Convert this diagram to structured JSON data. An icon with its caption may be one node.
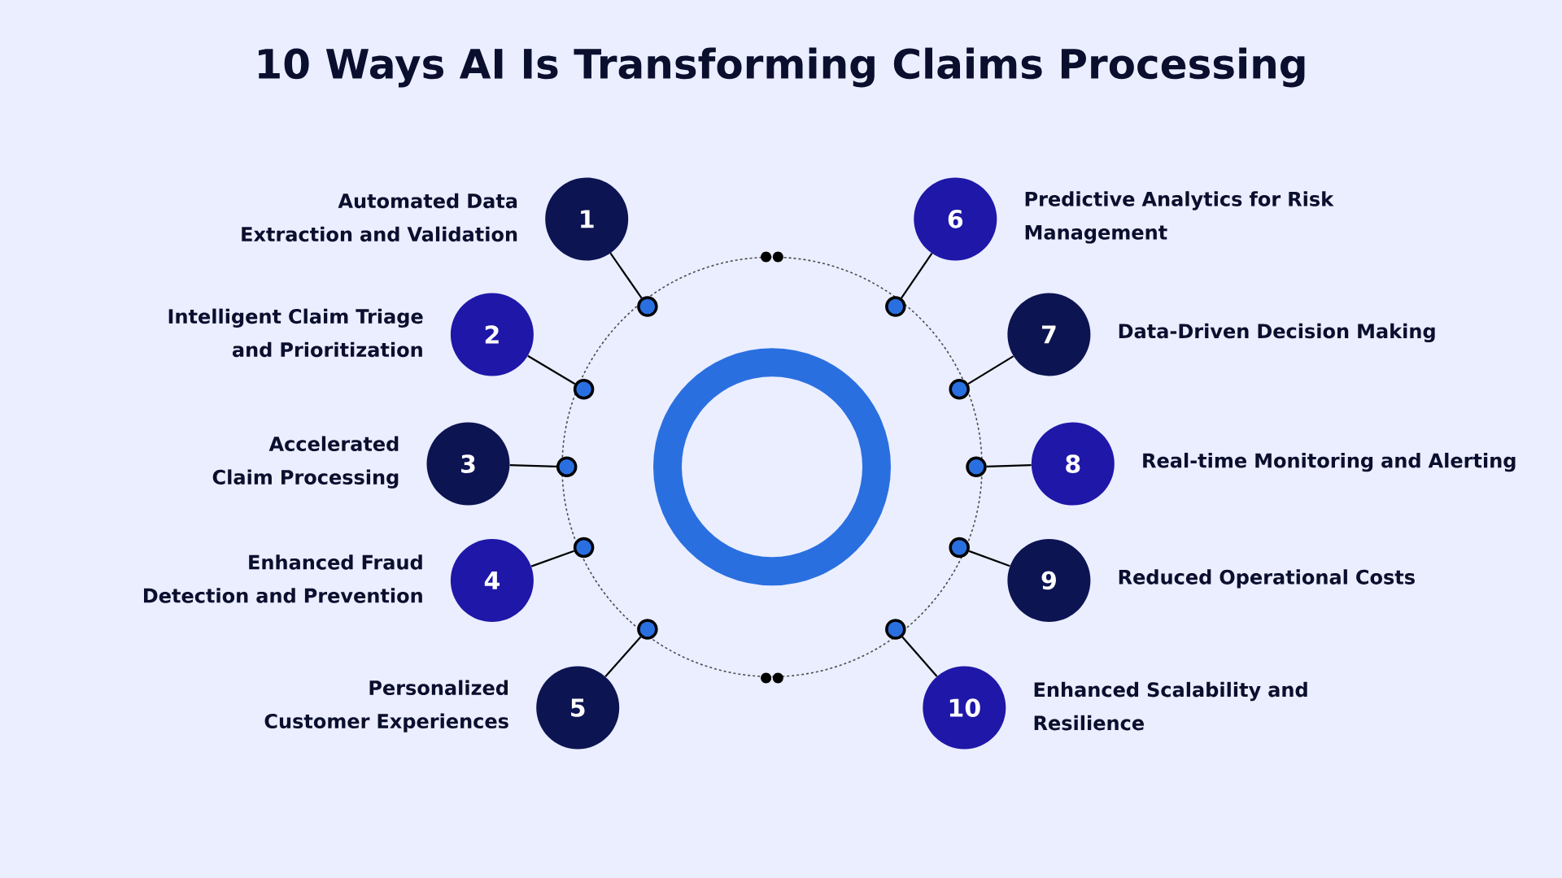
{
  "diagram": {
    "title": "10 Ways AI Is Transforming Claims Processing",
    "nodes": [
      {
        "text": [
          "1"
        ],
        "beside": [
          "Automated Data Extraction and Validation"
        ]
      },
      {
        "text": [
          "2"
        ],
        "beside": [
          "Intelligent Claim Triage and Prioritization"
        ]
      },
      {
        "text": [
          "3"
        ],
        "beside": [
          "Accelerated Claim Processing"
        ]
      },
      {
        "text": [
          "4"
        ],
        "beside": [
          "Enhanced Fraud Detection and Prevention"
        ]
      },
      {
        "text": [
          "5"
        ],
        "beside": [
          "Personalized Customer Experiences"
        ]
      },
      {
        "text": [
          "6"
        ],
        "beside": [
          "Predictive Analytics for Risk Management"
        ]
      },
      {
        "text": [
          "7"
        ],
        "beside": [
          "Data-Driven Decision Making"
        ]
      },
      {
        "text": [
          "8"
        ],
        "beside": [
          "Real-time Monitoring and Alerting"
        ]
      },
      {
        "text": [
          "9"
        ],
        "beside": [
          "Reduced Operational Costs"
        ]
      },
      {
        "text": [
          "10"
        ],
        "beside": [
          "Enhanced Scalability and Resilience"
        ]
      },
      {
        "text": [],
        "shape": "circle"
      },
      {
        "text": [],
        "shape": "circle"
      },
      {
        "text": [],
        "shape": "circle"
      },
      {
        "text": [],
        "shape": "circle"
      },
      {
        "text": [],
        "shape": "circle"
      },
      {
        "text": [],
        "shape": "circle"
      },
      {
        "text": [],
        "shape": "circle"
      },
      {
        "text": [],
        "shape": "circle"
      },
      {
        "text": [],
        "shape": "circle"
      },
      {
        "text": [],
        "shape": "circle"
      }
    ],
    "edges": [
      {
        "from": 0,
        "to": 10,
        "arrow": "none"
      },
      {
        "from": 1,
        "to": 11,
        "arrow": "none"
      },
      {
        "from": 2,
        "to": 12,
        "arrow": "none"
      },
      {
        "from": 3,
        "to": 13,
        "arrow": "none"
      },
      {
        "from": 4,
        "to": 14,
        "arrow": "none"
      },
      {
        "from": 5,
        "to": 15,
        "arrow": "none"
      },
      {
        "from": 6,
        "to": 16,
        "arrow": "none"
      },
      {
        "from": 7,
        "to": 17,
        "arrow": "none"
      },
      {
        "from": 8,
        "to": 18,
        "arrow": "none"
      },
      {
        "from": 9,
        "to": 19,
        "arrow": "none"
      }
    ]
  }
}
